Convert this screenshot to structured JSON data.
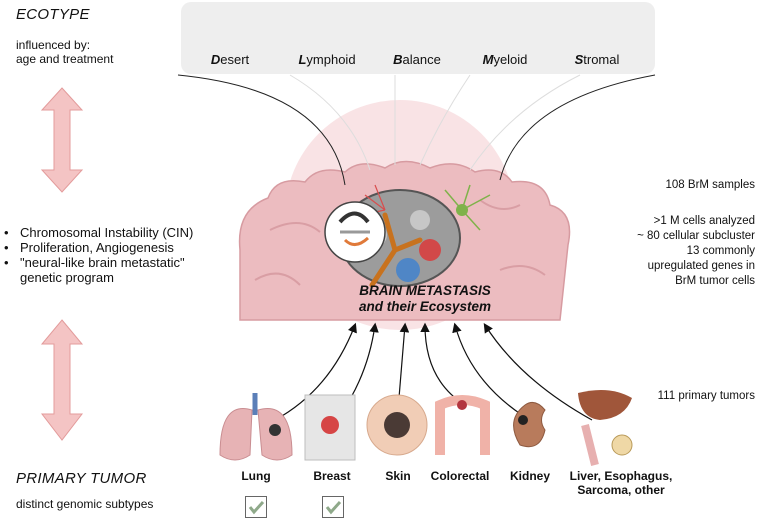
{
  "ecotype": {
    "title": "ECOTYPE",
    "subtitle": "influenced by:\nage and treatment",
    "items": [
      {
        "initial": "D",
        "rest": "esert"
      },
      {
        "initial": "L",
        "rest": "ymphoid"
      },
      {
        "initial": "B",
        "rest": "alance"
      },
      {
        "initial": "M",
        "rest": "yeloid"
      },
      {
        "initial": "S",
        "rest": "tromal"
      }
    ]
  },
  "bullets": [
    "Chromosomal Instability (CIN)",
    "Proliferation, Angiogenesis",
    "\"neural-like brain metastatic\"\ngenetic program"
  ],
  "center": {
    "line1": "BRAIN METASTASIS",
    "line2": "and their Ecosystem"
  },
  "stats": {
    "samples": "108 BrM samples",
    "details": ">1 M cells analyzed\n~ 80 cellular subcluster\n13 commonly\nupregulated genes in\nBrM tumor cells",
    "primary": "111 primary tumors"
  },
  "primary": {
    "title": "PRIMARY TUMOR",
    "subtitle": "distinct genomic subtypes",
    "sites": [
      "Lung",
      "Breast",
      "Skin",
      "Colorectal",
      "Kidney",
      "Liver, Esophagus,\nSarcoma, other"
    ]
  },
  "colors": {
    "pink_arrow": "#f2b8b8",
    "brain": "#eab9bd",
    "box": "#eeeeee"
  },
  "icons": [
    "desert-icon",
    "lymphoid-cell-icon",
    "balance-icon",
    "myeloid-cell-icon",
    "stromal-cell-icon",
    "lung-icon",
    "breast-icon",
    "skin-icon",
    "colon-icon",
    "kidney-icon",
    "liver-icon",
    "check-icon"
  ]
}
